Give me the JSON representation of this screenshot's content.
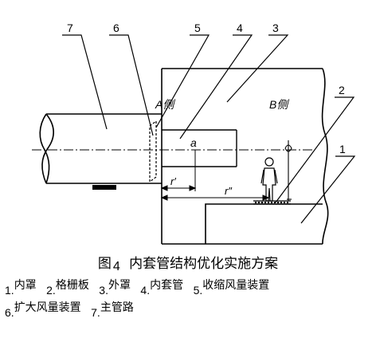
{
  "diagram": {
    "callouts": [
      "7",
      "6",
      "5",
      "4",
      "3",
      "2",
      "1"
    ],
    "side_a": "A侧",
    "side_b": "B侧",
    "point_label": "a",
    "dim_r_prime": "r′",
    "dim_r_double": "r″"
  },
  "caption": {
    "prefix": "图",
    "number": "4",
    "title": "内套管结构优化实施方案"
  },
  "legend": [
    {
      "num": "1.",
      "label": "内罩"
    },
    {
      "num": "2.",
      "label": "格栅板"
    },
    {
      "num": "3.",
      "label": "外罩"
    },
    {
      "num": "4.",
      "label": "内套管"
    },
    {
      "num": "5.",
      "label": "收缩风量装置"
    },
    {
      "num": "6.",
      "label": "扩大风量装置"
    },
    {
      "num": "7.",
      "label": "主管路"
    }
  ]
}
